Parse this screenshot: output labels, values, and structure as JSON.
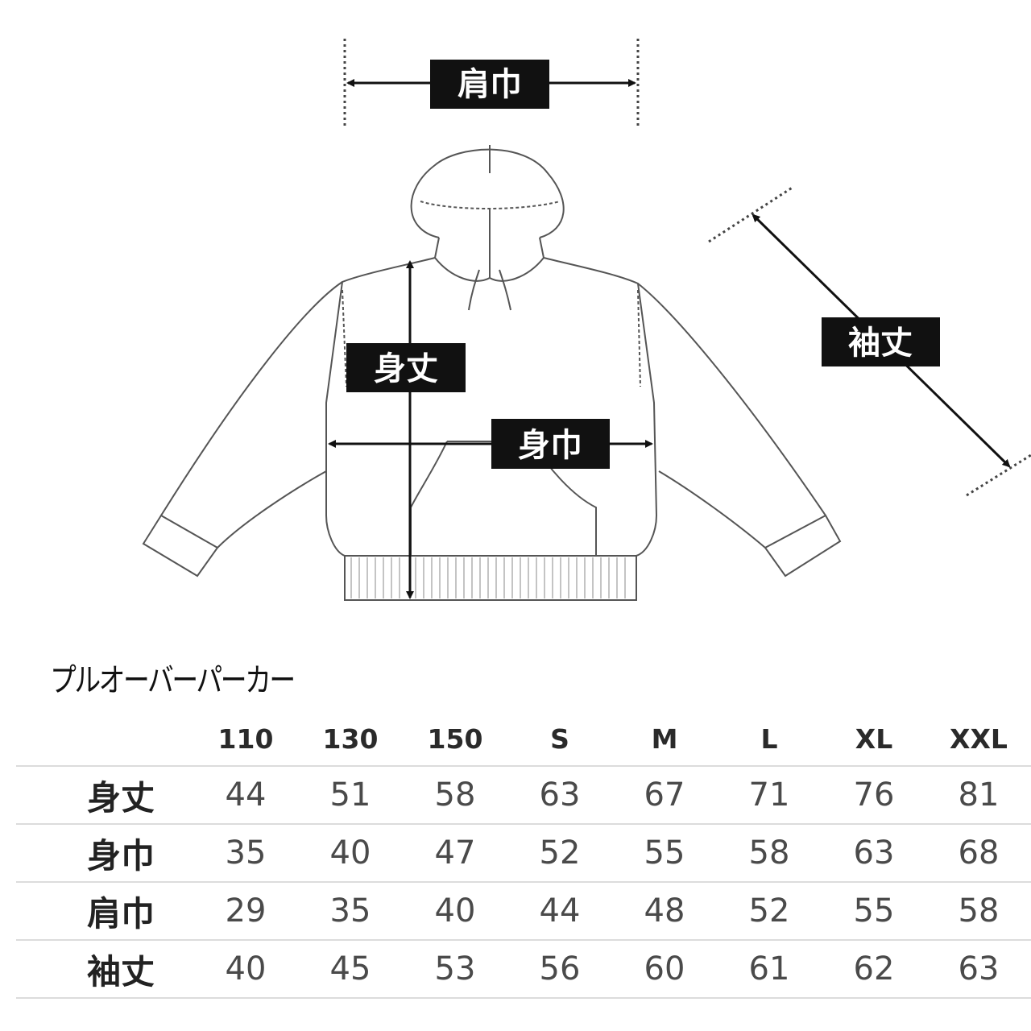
{
  "diagram": {
    "labels": {
      "shoulder_width": "肩巾",
      "body_length": "身丈",
      "body_width": "身巾",
      "sleeve_length": "袖丈"
    }
  },
  "product_title": "プルオーバーパーカー",
  "table": {
    "columns": [
      "110",
      "130",
      "150",
      "S",
      "M",
      "L",
      "XL",
      "XXL"
    ],
    "rows": [
      {
        "label": "身丈",
        "values": [
          "44",
          "51",
          "58",
          "63",
          "67",
          "71",
          "76",
          "81"
        ]
      },
      {
        "label": "身巾",
        "values": [
          "35",
          "40",
          "47",
          "52",
          "55",
          "58",
          "63",
          "68"
        ]
      },
      {
        "label": "肩巾",
        "values": [
          "29",
          "35",
          "40",
          "44",
          "48",
          "52",
          "55",
          "58"
        ]
      },
      {
        "label": "袖丈",
        "values": [
          "40",
          "45",
          "53",
          "56",
          "60",
          "61",
          "62",
          "63"
        ]
      }
    ]
  }
}
